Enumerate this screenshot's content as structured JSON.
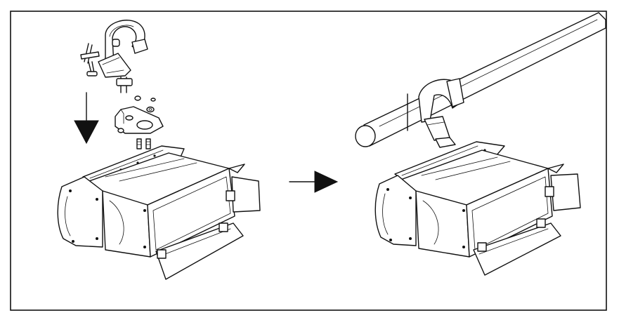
{
  "figure": {
    "background": "#ffffff",
    "line_color": "#111111",
    "steps": [
      {
        "name": "step-attach-clamp",
        "parts": [
          "hook-clamp",
          "mounting-bracket",
          "bolts",
          "washers",
          "luminaire"
        ]
      },
      {
        "name": "step-mounted-on-pipe",
        "parts": [
          "pipe",
          "hook-clamp",
          "mounting-bracket",
          "luminaire"
        ]
      }
    ],
    "arrows": [
      "down-arrow",
      "right-arrow"
    ]
  }
}
